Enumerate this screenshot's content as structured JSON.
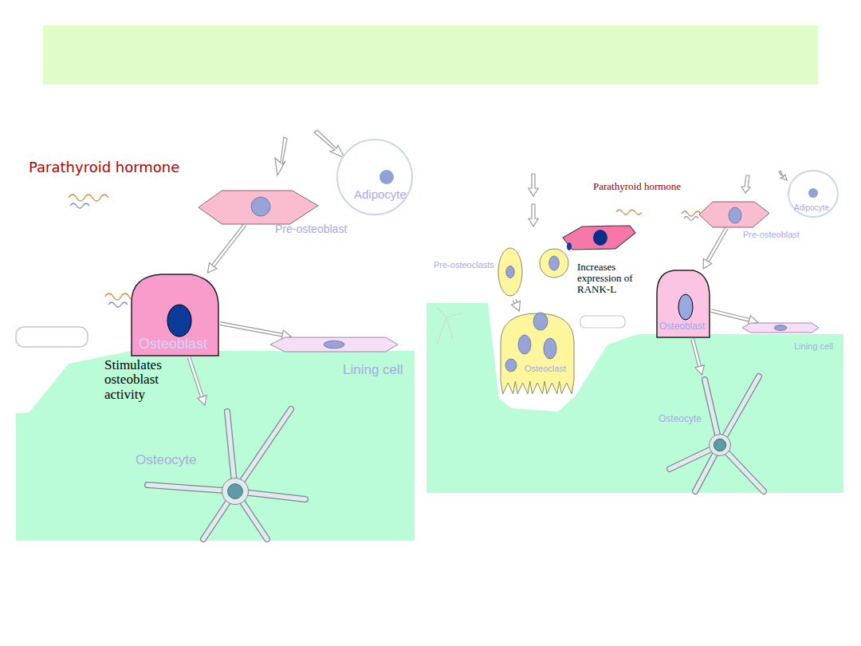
{
  "diagram": {
    "nodes": [
      {
        "text": [
          "Adipocyte"
        ]
      },
      {
        "text": [
          "Pre-osteoblast"
        ]
      },
      {
        "text": [
          "Osteoblast"
        ]
      },
      {
        "text": [
          "Lining cell"
        ]
      },
      {
        "text": [
          "Osteocyte"
        ]
      },
      {
        "text": [
          "Adipocyte"
        ]
      },
      {
        "text": [
          "Pre-osteoblast"
        ]
      },
      {
        "text": [
          "Pre-osteoclasts"
        ]
      },
      {
        "text": [
          "Osteoclast"
        ]
      },
      {
        "text": [
          "Osteoblast"
        ]
      },
      {
        "text": [
          "Lining cell"
        ]
      },
      {
        "text": [
          "Osteocyte"
        ]
      }
    ],
    "edges": [
      {
        "from": 1,
        "to": 2,
        "arrow": "to"
      },
      {
        "from": 2,
        "to": 3,
        "arrow": "to"
      },
      {
        "from": 2,
        "to": 4,
        "arrow": "to"
      },
      {
        "from": 7,
        "to": 8,
        "arrow": "to"
      },
      {
        "from": 6,
        "to": 9,
        "arrow": "to"
      },
      {
        "from": 9,
        "to": 10,
        "arrow": "to"
      },
      {
        "from": 9,
        "to": 11,
        "arrow": "to"
      }
    ],
    "labels": [
      "Parathyroid hormone",
      "Stimulates osteoblast activity",
      "Parathyroid hormone",
      "Increases expression of RANK-L"
    ]
  }
}
